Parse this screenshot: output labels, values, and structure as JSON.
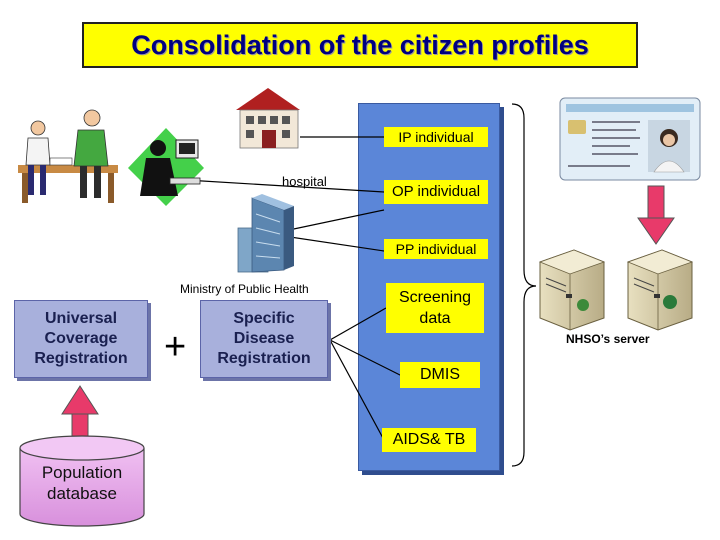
{
  "title": "Consolidation of the citizen profiles",
  "labels": {
    "ip": "IP individual",
    "op": "OP individual",
    "pp": "PP individual",
    "screening": "Screening data",
    "dmis": "DMIS",
    "aids_tb": "AIDS& TB",
    "hospital": "hospital",
    "moph": "Ministry of Public Health",
    "nhso_server": "NHSO’s server"
  },
  "boxes": {
    "uc": "Universal Coverage Registration",
    "sd": "Specific Disease Registration",
    "population_db": "Population database"
  },
  "colors": {
    "title_bg": "#ffff00",
    "title_text": "#000080",
    "pillar": "#5b86d8",
    "label_bg": "#ffff00",
    "reg_box": "#a8b0dc",
    "db": "#e6a6ea",
    "arrow": "#e83a6a"
  },
  "icons": [
    "clinic-scene-icon",
    "computer-operator-icon",
    "hospital-building-icon",
    "office-tower-icon",
    "id-card-icon",
    "server-icon"
  ]
}
